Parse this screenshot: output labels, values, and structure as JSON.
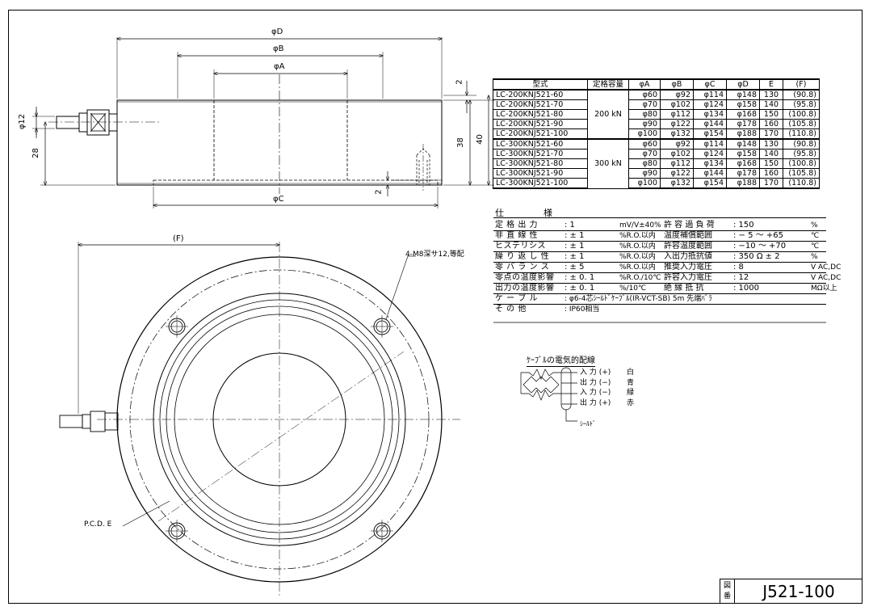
{
  "dimensions": {
    "top_view": [
      "φD",
      "φB",
      "φA",
      "φC",
      "φ12",
      "28",
      "38",
      "40",
      "2",
      "2"
    ],
    "plan_view": [
      "(F)",
      "4-M8深サ12,等配",
      "P.C.D. E"
    ]
  },
  "model_table": {
    "headers": [
      "型式",
      "定格容量",
      "φA",
      "φB",
      "φC",
      "φD",
      "E",
      "(F)"
    ],
    "groups": [
      {
        "capacity": "200 kN",
        "rows": [
          [
            "LC-200KNJ521-60",
            "φ60",
            "φ92",
            "φ114",
            "φ148",
            "130",
            "(90.8)"
          ],
          [
            "LC-200KNJ521-70",
            "φ70",
            "φ102",
            "φ124",
            "φ158",
            "140",
            "(95.8)"
          ],
          [
            "LC-200KNJ521-80",
            "φ80",
            "φ112",
            "φ134",
            "φ168",
            "150",
            "(100.8)"
          ],
          [
            "LC-200KNJ521-90",
            "φ90",
            "φ122",
            "φ144",
            "φ178",
            "160",
            "(105.8)"
          ],
          [
            "LC-200KNJ521-100",
            "φ100",
            "φ132",
            "φ154",
            "φ188",
            "170",
            "(110.8)"
          ]
        ]
      },
      {
        "capacity": "300 kN",
        "rows": [
          [
            "LC-300KNJ521-60",
            "φ60",
            "φ92",
            "φ114",
            "φ148",
            "130",
            "(90.8)"
          ],
          [
            "LC-300KNJ521-70",
            "φ70",
            "φ102",
            "φ124",
            "φ158",
            "140",
            "(95.8)"
          ],
          [
            "LC-300KNJ521-80",
            "φ80",
            "φ112",
            "φ134",
            "φ168",
            "150",
            "(100.8)"
          ],
          [
            "LC-300KNJ521-90",
            "φ90",
            "φ122",
            "φ144",
            "φ178",
            "160",
            "(105.8)"
          ],
          [
            "LC-300KNJ521-100",
            "φ100",
            "φ132",
            "φ154",
            "φ188",
            "170",
            "(110.8)"
          ]
        ]
      }
    ]
  },
  "spec": {
    "title_a": "仕",
    "title_b": "様",
    "rows": [
      {
        "k1": "定 格 出 力",
        "v1": ": 1",
        "u1": "mV/V±40%",
        "k2": "許 容 過 負 荷",
        "v2": ": 150",
        "u2": "%"
      },
      {
        "k1": "非 直 線 性",
        "v1": ": ± 1",
        "u1": "%R.O.以内",
        "k2": "温度補償範囲",
        "v2": ": − 5 ～ +65",
        "u2": "℃"
      },
      {
        "k1": "ヒステリシス",
        "v1": ": ± 1",
        "u1": "%R.O.以内",
        "k2": "許容温度範囲",
        "v2": ": −10 ～ +70",
        "u2": "℃"
      },
      {
        "k1": "繰 り 返 し 性",
        "v1": ": ± 1",
        "u1": "%R.O.以内",
        "k2": "入出力抵抗値",
        "v2": ": 350 Ω ± 2",
        "u2": "%"
      },
      {
        "k1": "零 バ ラ ン ス",
        "v1": ": ± 5",
        "u1": "%R.O.以内",
        "k2": "推奨入力電圧",
        "v2": ": 8",
        "u2": "V AC,DC"
      },
      {
        "k1": "零点の温度影響",
        "v1": ": ± 0. 1",
        "u1": "%R.O./10℃",
        "k2": "許容入力電圧",
        "v2": ": 12",
        "u2": "V AC,DC"
      },
      {
        "k1": "出力の温度影響",
        "v1": ": ± 0. 1",
        "u1": "%/10℃",
        "k2": "絶 縁 抵 抗",
        "v2": ": 1000",
        "u2": "MΩ以上"
      }
    ],
    "cable": {
      "k": "ケ ー ブ ル",
      "v": ": φ6-4芯ｼｰﾙﾄﾞｹｰﾌﾞﾙ(IR-VCT-SB) 5m 先端ﾊﾞﾗ"
    },
    "other": {
      "k": "そ の 他",
      "v": ": IP60相当"
    }
  },
  "wiring": {
    "title": "ｹｰﾌﾞﾙの電気的配線",
    "items": [
      {
        "label": "入 力 (+)",
        "color": "白"
      },
      {
        "label": "出 力 (−)",
        "color": "青"
      },
      {
        "label": "入 力 (−)",
        "color": "緑"
      },
      {
        "label": "出 力 (+)",
        "color": "赤"
      }
    ],
    "shield": "ｼｰﾙﾄﾞ"
  },
  "title_block": {
    "label": "図番",
    "label_top": "図",
    "label_bottom": "番",
    "number": "J521-100"
  }
}
